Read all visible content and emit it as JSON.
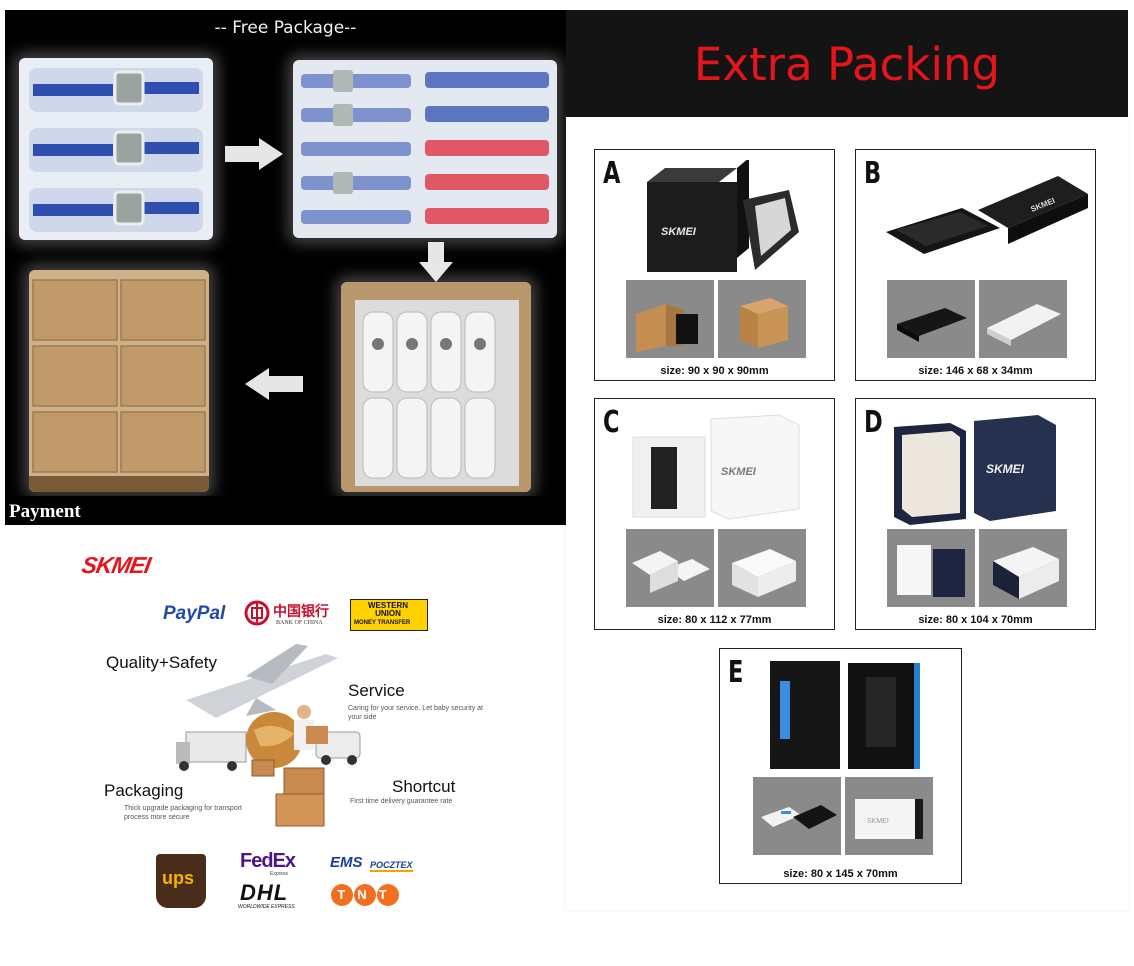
{
  "free_package": {
    "title": "-- Free Package--"
  },
  "payment_label": "Payment",
  "extra_packing": {
    "title": "Extra Packing",
    "options": [
      {
        "letter": "A",
        "size": "size: 90 x 90 x 90mm"
      },
      {
        "letter": "B",
        "size": "size: 146 x 68 x 34mm"
      },
      {
        "letter": "C",
        "size": "size: 80 x 112 x 77mm"
      },
      {
        "letter": "D",
        "size": "size: 80 x 104 x 70mm"
      },
      {
        "letter": "E",
        "size": "size: 80 x 145 x 70mm"
      }
    ],
    "brand_on_box": "SKMEI"
  },
  "info": {
    "brand": "SKMEI",
    "payment_methods": {
      "paypal": "PayPal",
      "bank_of_china": "中国银行",
      "bank_of_china_en": "BANK OF CHINA",
      "western_union": "WESTERN UNION",
      "money_transfer": "MONEY TRANSFER"
    },
    "quality": "Quality+Safety",
    "service": {
      "title": "Service",
      "desc": "Caring for your service. Let baby security at your side"
    },
    "packaging": {
      "title": "Packaging",
      "desc": "Thick upgrade packaging for transport process more secure"
    },
    "shortcut": {
      "title": "Shortcut",
      "desc": "First time delivery guarantee rate"
    },
    "carriers": {
      "ups": "ups",
      "fedex": "FedEx",
      "fedex_sub": "Express",
      "ems": "EMS",
      "ems_sub": "POCZTEX",
      "dhl": "DHL",
      "dhl_sub": "WORLDWIDE EXPRESS",
      "tnt": "TNT"
    }
  },
  "colors": {
    "accent_red": "#e4161c",
    "dark_bg": "#141414",
    "wrap_blue": "#2f4fb0",
    "wrap_red": "#d8283a",
    "carton": "#b8976d"
  }
}
